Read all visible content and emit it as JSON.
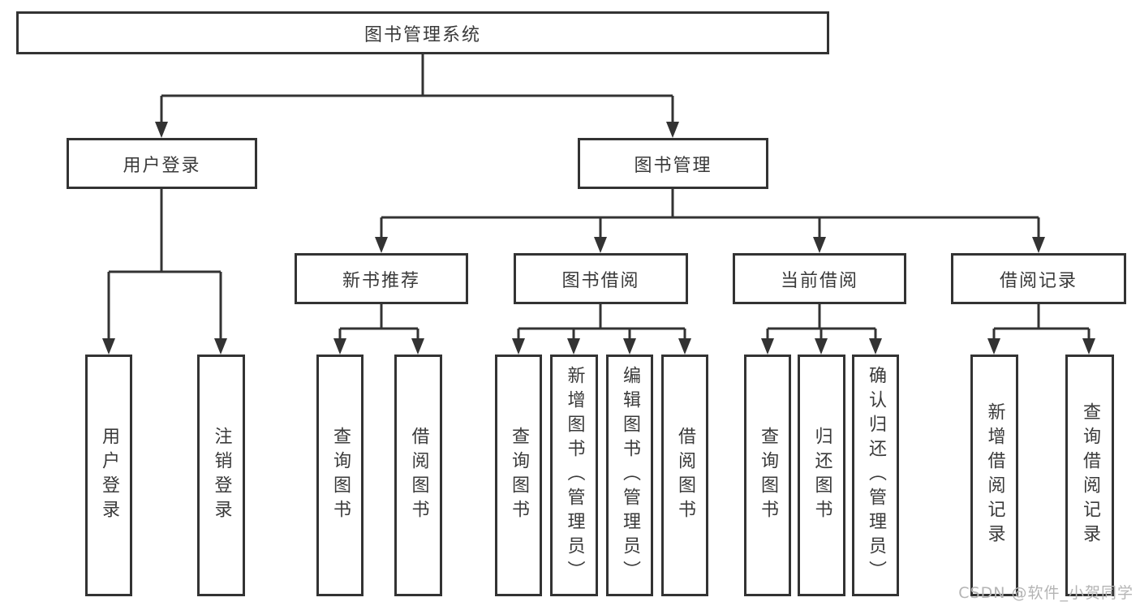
{
  "diagram": {
    "type": "hierarchy",
    "nodes": {
      "root": "图书管理系统",
      "user_login": "用户登录",
      "book_mgmt": "图书管理",
      "new_book_rec": "新书推荐",
      "book_borrow": "图书借阅",
      "current_borrow": "当前借阅",
      "borrow_record": "借阅记录",
      "ul_login": "用户登录",
      "ul_logout": "注销登录",
      "nb_query": "查询图书",
      "nb_borrow": "借阅图书",
      "bb_query": "查询图书",
      "bb_add": "新增图书（管理员）",
      "bb_edit": "编辑图书（管理员）",
      "bb_borrow": "借阅图书",
      "cb_query": "查询图书",
      "cb_return": "归还图书",
      "cb_confirm": "确认归还（管理员）",
      "br_add": "新增借阅记录",
      "br_query": "查询借阅记录"
    },
    "edges": [
      [
        "root",
        "user_login"
      ],
      [
        "root",
        "book_mgmt"
      ],
      [
        "user_login",
        "ul_login"
      ],
      [
        "user_login",
        "ul_logout"
      ],
      [
        "book_mgmt",
        "new_book_rec"
      ],
      [
        "book_mgmt",
        "book_borrow"
      ],
      [
        "book_mgmt",
        "current_borrow"
      ],
      [
        "book_mgmt",
        "borrow_record"
      ],
      [
        "new_book_rec",
        "nb_query"
      ],
      [
        "new_book_rec",
        "nb_borrow"
      ],
      [
        "book_borrow",
        "bb_query"
      ],
      [
        "book_borrow",
        "bb_add"
      ],
      [
        "book_borrow",
        "bb_edit"
      ],
      [
        "book_borrow",
        "bb_borrow"
      ],
      [
        "current_borrow",
        "cb_query"
      ],
      [
        "current_borrow",
        "cb_return"
      ],
      [
        "current_borrow",
        "cb_confirm"
      ],
      [
        "borrow_record",
        "br_add"
      ],
      [
        "borrow_record",
        "br_query"
      ]
    ]
  },
  "watermark": "CSDN @软件_小贺同学",
  "colors": {
    "line": "#333333",
    "text": "#3a3a3a",
    "watermark": "#b4b4b4",
    "background": "#ffffff"
  }
}
